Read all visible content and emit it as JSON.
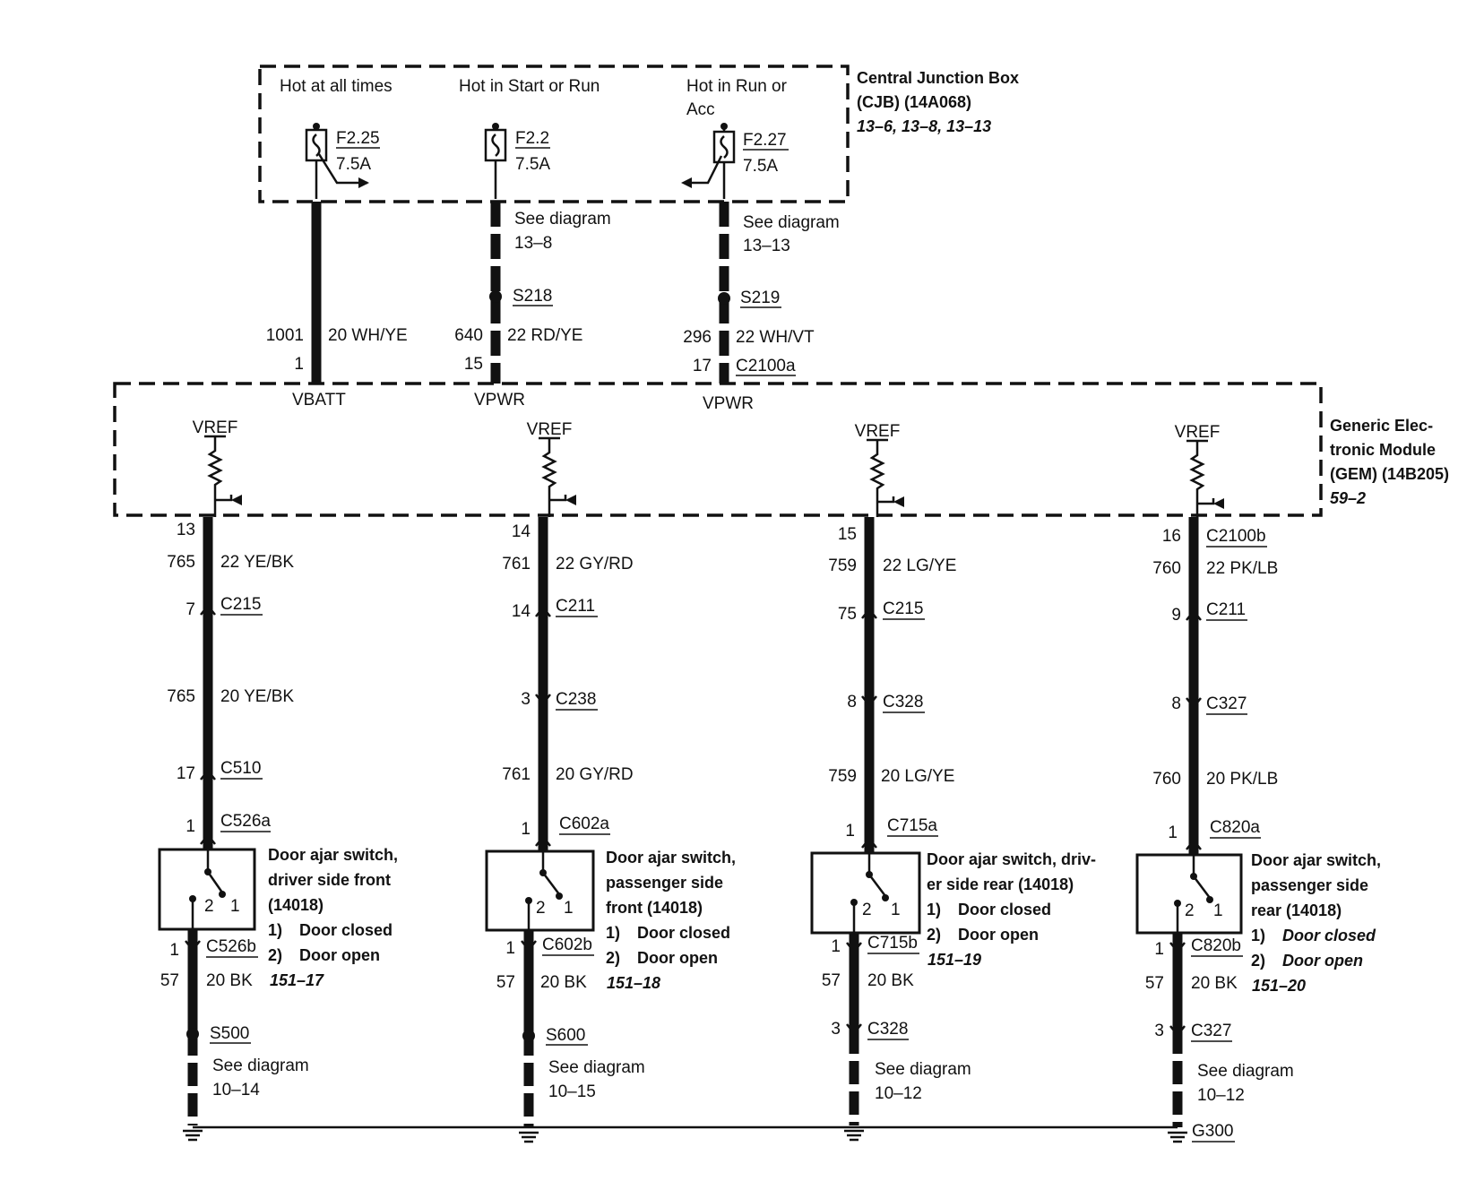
{
  "cjb": {
    "title_1": "Central Junction Box",
    "title_2": "(CJB) (14A068)",
    "refs": "13–6, 13–8, 13–13"
  },
  "gem": {
    "title_1": "Generic Elec-",
    "title_2": "tronic Module",
    "title_3": "(GEM) (14B205)",
    "ref": "59–2"
  },
  "feeds": [
    {
      "hot_1": "Hot at all times",
      "hot_2": "",
      "fuse": "F2.25",
      "amps": "7.5A",
      "see_1": "",
      "see_2": "",
      "splice": "",
      "circuit": "1001",
      "wire": "20 WH/YE",
      "pin": "1",
      "conn": "",
      "label": "VBATT"
    },
    {
      "hot_1": "Hot in Start or Run",
      "hot_2": "",
      "fuse": "F2.2",
      "amps": "7.5A",
      "see_1": "See diagram",
      "see_2": "13–8",
      "splice": "S218",
      "circuit": "640",
      "wire": "22 RD/YE",
      "pin": "15",
      "conn": "",
      "label": "VPWR"
    },
    {
      "hot_1": "Hot in Run or",
      "hot_2": "Acc",
      "fuse": "F2.27",
      "amps": "7.5A",
      "see_1": "See diagram",
      "see_2": "13–13",
      "splice": "S219",
      "circuit": "296",
      "wire": "22 WH/VT",
      "pin": "17",
      "conn": "C2100a",
      "label": "VPWR"
    }
  ],
  "doors": [
    {
      "vref": "VREF",
      "gem_pin": "13",
      "gem_conn": "",
      "c1": "765",
      "w1": "22 YE/BK",
      "p2": "7",
      "k2": "C215",
      "c3": "765",
      "w3": "20 YE/BK",
      "p4": "17",
      "k4": "C510",
      "p5": "1",
      "k5": "C526a",
      "sw_pin_2": "2",
      "sw_pin_1": "1",
      "t1": "Door ajar switch,",
      "t2": "driver side front",
      "t3": "(14018)",
      "s1n": "1)",
      "s1": "Door closed",
      "s2n": "2)",
      "s2": "Door open",
      "ref": "151–17",
      "p6": "1",
      "k6": "C526b",
      "c7": "57",
      "w7": "20 BK",
      "p8": "",
      "k8": "S500",
      "see_1": "See diagram",
      "see_2": "10–14",
      "ground": ""
    },
    {
      "vref": "VREF",
      "gem_pin": "14",
      "gem_conn": "",
      "c1": "761",
      "w1": "22 GY/RD",
      "p2": "14",
      "k2": "C211",
      "p3": "3",
      "k3": "C238",
      "c4": "761",
      "w4": "20 GY/RD",
      "p5": "1",
      "k5": "C602a",
      "sw_pin_2": "2",
      "sw_pin_1": "1",
      "t1": "Door ajar switch,",
      "t2": "passenger side",
      "t3": "front (14018)",
      "s1n": "1)",
      "s1": "Door closed",
      "s2n": "2)",
      "s2": "Door open",
      "ref": "151–18",
      "p6": "1",
      "k6": "C602b",
      "c7": "57",
      "w7": "20 BK",
      "p8": "",
      "k8": "S600",
      "see_1": "See diagram",
      "see_2": "10–15",
      "ground": ""
    },
    {
      "vref": "VREF",
      "gem_pin": "15",
      "gem_conn": "",
      "c1": "759",
      "w1": "22 LG/YE",
      "p2": "75",
      "k2": "C215",
      "p3": "8",
      "k3": "C328",
      "c4": "759",
      "w4": "20 LG/YE",
      "p5": "1",
      "k5": "C715a",
      "sw_pin_2": "2",
      "sw_pin_1": "1",
      "t1": "Door ajar switch, driv-",
      "t2": "er side rear (14018)",
      "t3": "",
      "s1n": "1)",
      "s1": "Door closed",
      "s2n": "2)",
      "s2": "Door open",
      "ref": "151–19",
      "p6": "1",
      "k6": "C715b",
      "c7": "57",
      "w7": "20 BK",
      "p8": "3",
      "k8": "C328",
      "see_1": "See diagram",
      "see_2": "10–12",
      "ground": ""
    },
    {
      "vref": "VREF",
      "gem_pin": "16",
      "gem_conn": "C2100b",
      "c1": "760",
      "w1": "22 PK/LB",
      "p2": "9",
      "k2": "C211",
      "p3": "8",
      "k3": "C327",
      "c4": "760",
      "w4": "20 PK/LB",
      "p5": "1",
      "k5": "C820a",
      "sw_pin_2": "2",
      "sw_pin_1": "1",
      "t1": "Door ajar switch,",
      "t2": "passenger side",
      "t3": "rear (14018)",
      "s1n": "1)",
      "s1": "Door closed",
      "s2n": "2)",
      "s2": "Door open",
      "ref": "151–20",
      "p6": "1",
      "k6": "C820b",
      "c7": "57",
      "w7": "20 BK",
      "p8": "3",
      "k8": "C327",
      "see_1": "See diagram",
      "see_2": "10–12",
      "ground": "G300"
    }
  ]
}
